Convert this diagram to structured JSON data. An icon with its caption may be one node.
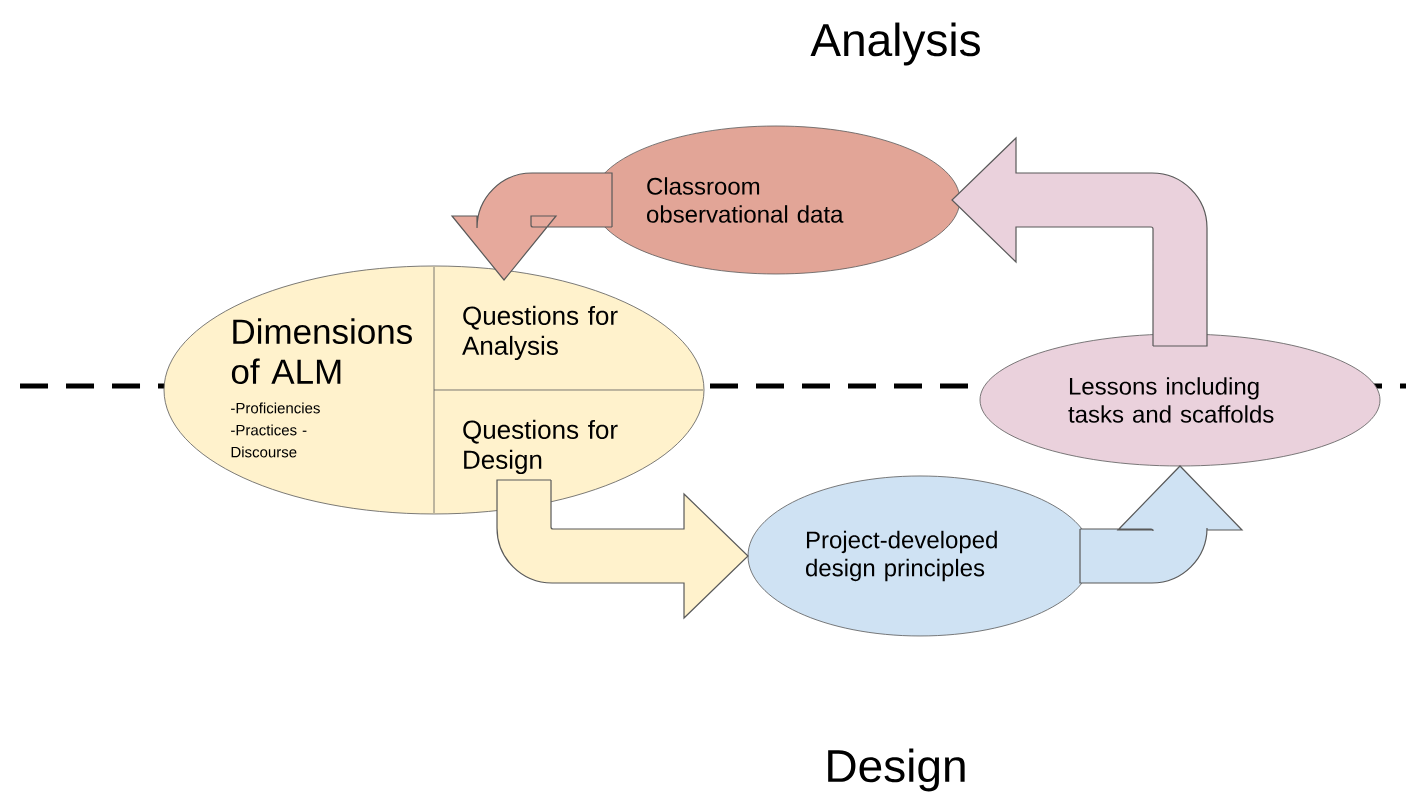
{
  "diagram": {
    "nodes": [
      {
        "text": [
          "Dimensions of ALM",
          "-Proficiencies -Practices -Discourse"
        ]
      },
      {
        "text": [
          "Questions for Analysis"
        ],
        "in": 0
      },
      {
        "text": [
          "Questions for Design"
        ],
        "in": 0
      },
      {
        "text": [
          "Classroom observational data"
        ]
      },
      {
        "text": [
          "Lessons including tasks and scaffolds"
        ]
      },
      {
        "text": [
          "Project-developed design principles"
        ]
      }
    ],
    "edges": [
      {
        "from": 3,
        "to": 1,
        "arrow": "to",
        "color": "#e6a99c"
      },
      {
        "from": 2,
        "to": 5,
        "arrow": "to",
        "color": "#fff2cc"
      },
      {
        "from": 5,
        "to": 4,
        "arrow": "to",
        "color": "#cfe2f3"
      },
      {
        "from": 4,
        "to": 3,
        "arrow": "to",
        "color": "#ead1dc"
      }
    ],
    "labels": [
      "Analysis",
      "Design"
    ]
  }
}
